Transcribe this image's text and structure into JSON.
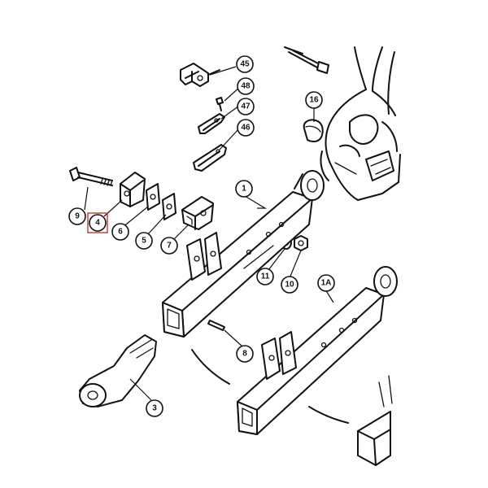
{
  "diagram": {
    "highlight_color": "#c0392b",
    "highlighted_callout": "4",
    "callouts": {
      "c45": "45",
      "c48": "48",
      "c47": "47",
      "c46": "46",
      "c16": "16",
      "c1": "1",
      "c9": "9",
      "c4": "4",
      "c6": "6",
      "c5": "5",
      "c7": "7",
      "c11": "11",
      "c10": "10",
      "c1a": "1A",
      "c8": "8",
      "c3": "3"
    }
  }
}
